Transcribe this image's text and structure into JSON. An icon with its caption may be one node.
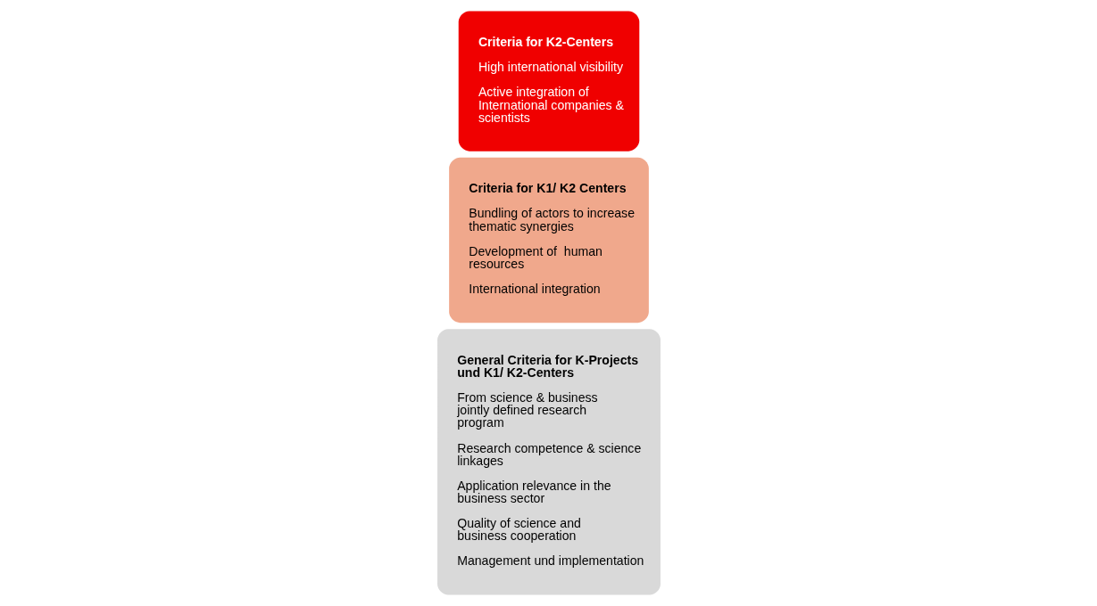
{
  "diagram": {
    "nodes": [
      {
        "text": [
          "General Criteria for K-Projects und K1/ K2-Centers",
          "From science & business jointly defined research program",
          "Research competence & science linkages",
          "Application relevance in the business sector",
          "Quality of science and business cooperation",
          "Management und implementation"
        ]
      },
      {
        "text": [
          "Criteria for K1/ K2 Centers",
          "Bundling of actors to increase thematic synergies",
          "Development of  human resources",
          "International integration"
        ]
      },
      {
        "text": [
          "Criteria for K2-Centers",
          "High international visibility",
          "Active integration of International companies & scientists"
        ]
      }
    ]
  }
}
